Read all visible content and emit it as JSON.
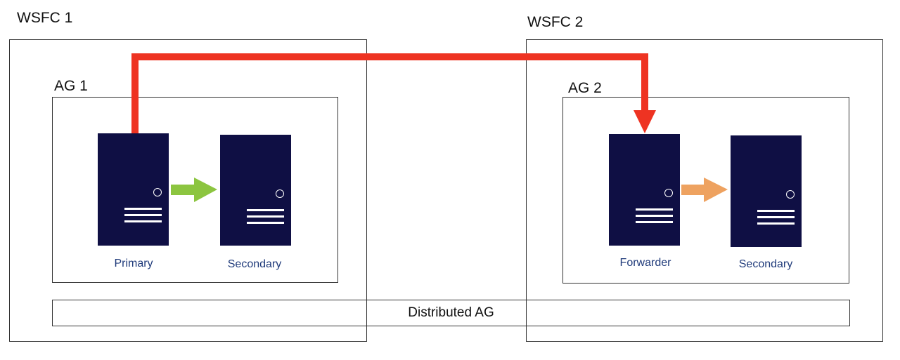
{
  "wsfc1": {
    "label": "WSFC 1"
  },
  "wsfc2": {
    "label": "WSFC 2"
  },
  "ag1": {
    "label": "AG 1"
  },
  "ag2": {
    "label": "AG 2"
  },
  "servers": {
    "primary": "Primary",
    "secondary1": "Secondary",
    "forwarder": "Forwarder",
    "secondary2": "Secondary"
  },
  "distributed_ag": {
    "label": "Distributed AG"
  },
  "colors": {
    "server_fill": "#0f0f44",
    "replication_arrow_ag1": "#8cc540",
    "replication_arrow_ag2": "#eea260",
    "distributed_arrow": "#ee3322",
    "caption_text": "#1f3a7a"
  },
  "icons": {
    "server": "server-tower-icon",
    "replication": "arrow-right-icon"
  }
}
